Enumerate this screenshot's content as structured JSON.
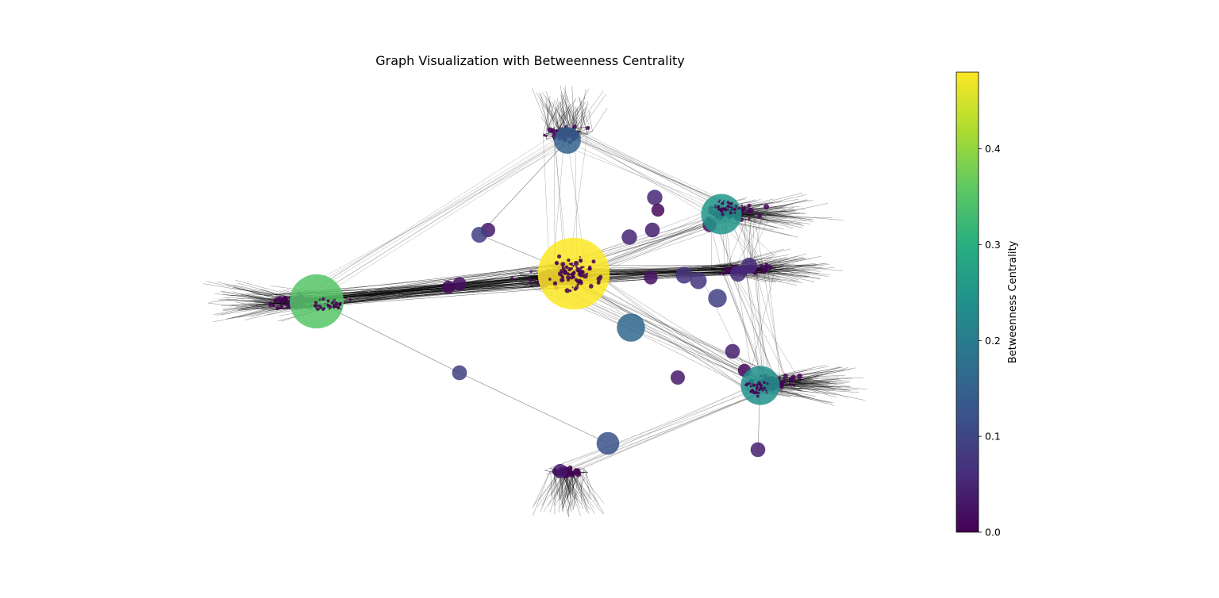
{
  "chart_data": {
    "type": "network",
    "title": "Graph Visualization with Betweenness Centrality",
    "colorbar": {
      "label": "Betweenness Centrality",
      "colormap": "viridis",
      "range": [
        0,
        0.48
      ],
      "ticks": [
        "0.0",
        "0.1",
        "0.2",
        "0.3",
        "0.4"
      ],
      "tick_values": [
        0,
        0.1,
        0.2,
        0.3,
        0.4
      ]
    },
    "edge_color": "#000000",
    "node_alpha": 0.85,
    "clusters": [
      {
        "id": "west",
        "hub": "hub-west"
      },
      {
        "id": "center",
        "hub": "hub-center"
      },
      {
        "id": "north",
        "hub": "hub-north"
      },
      {
        "id": "northeast",
        "hub": "hub-northeast"
      },
      {
        "id": "east",
        "hub": "hub-east"
      },
      {
        "id": "southeast",
        "hub": "hub-southeast"
      },
      {
        "id": "south",
        "hub": "hub-south"
      }
    ],
    "hub_nodes": [
      {
        "id": "hub-center",
        "betweenness": 0.48
      },
      {
        "id": "hub-west",
        "betweenness": 0.35
      },
      {
        "id": "hub-northeast",
        "betweenness": 0.25
      },
      {
        "id": "hub-southeast",
        "betweenness": 0.24
      },
      {
        "id": "hub-mid-south",
        "betweenness": 0.16
      },
      {
        "id": "hub-north",
        "betweenness": 0.15
      },
      {
        "id": "hub-south",
        "betweenness": 0.12
      },
      {
        "id": "hub-east",
        "betweenness": 0.09
      }
    ]
  }
}
